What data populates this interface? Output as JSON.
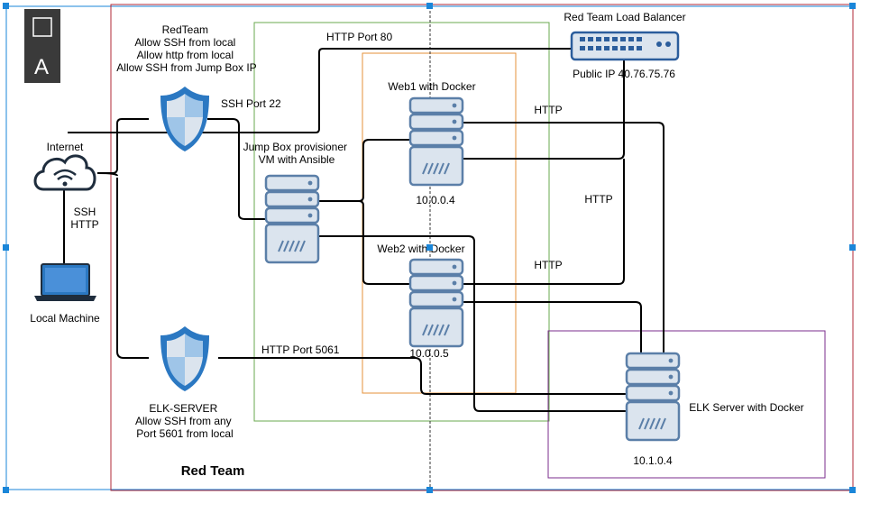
{
  "toolbar": {
    "rect_tool_icon": "rectangle-tool",
    "text_tool_glyph": "A"
  },
  "colors": {
    "selection_blue": "#1a86d9",
    "red_team_border": "#b02a37",
    "ansible_group": "#6aa84f",
    "docker_group": "#e69138",
    "elk_group": "#7b2d8e",
    "server_blue": "#5b7fa8",
    "shield_blue": "#2b78c2"
  },
  "nodes": {
    "internet": {
      "label": "Internet"
    },
    "local_machine": {
      "label": "Local Machine"
    },
    "internet_link": {
      "line1": "SSH",
      "line2": "HTTP"
    },
    "redteam_firewall": {
      "lines": [
        "RedTeam",
        "Allow SSH from local",
        "Allow http from local",
        "Allow SSH from Jump Box IP"
      ]
    },
    "elk_firewall": {
      "lines": [
        "ELK-SERVER",
        "Allow SSH from any",
        "Port 5601 from local"
      ]
    },
    "jumpbox": {
      "lines": [
        "Jump Box provisioner",
        "VM with Ansible"
      ]
    },
    "web1": {
      "label": "Web1 with Docker",
      "ip": "10.0.0.4"
    },
    "web2": {
      "label": "Web2 with Docker",
      "ip": "10.0.0.5"
    },
    "load_balancer": {
      "label": "Red Team Load Balancer",
      "ip": "Public IP 40.76.75.76"
    },
    "elk_server": {
      "label": "ELK Server with Docker",
      "ip": "10.1.0.4"
    }
  },
  "edges": {
    "http_port_80": "HTTP Port 80",
    "ssh_port_22": "SSH Port 22",
    "http_port_5061": "HTTP Port 5061",
    "http_web1": "HTTP",
    "http_lb": "HTTP",
    "http_web2": "HTTP"
  },
  "group_title": "Red Team"
}
